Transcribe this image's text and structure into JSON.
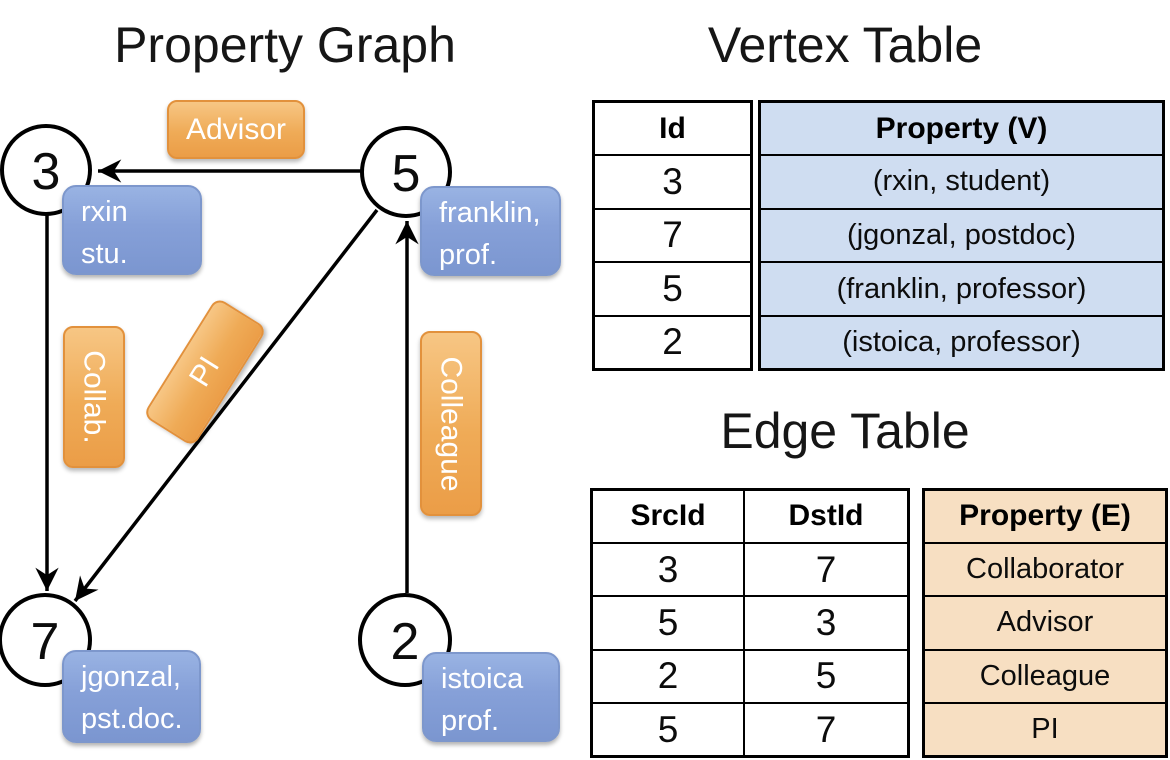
{
  "graph": {
    "title": "Property Graph",
    "nodes": [
      {
        "id": "3",
        "line1": "rxin",
        "line2": "stu."
      },
      {
        "id": "5",
        "line1": "franklin,",
        "line2": "prof."
      },
      {
        "id": "7",
        "line1": "jgonzal,",
        "line2": "pst.doc."
      },
      {
        "id": "2",
        "line1": "istoica",
        "line2": "prof."
      }
    ],
    "edge_labels": {
      "advisor": "Advisor",
      "collab": "Collab.",
      "pi": "PI",
      "colleague": "Colleague"
    }
  },
  "vertex_table": {
    "title": "Vertex Table",
    "id_header": "Id",
    "property_header": "Property (V)",
    "rows": [
      {
        "id": "3",
        "property": "(rxin, student)"
      },
      {
        "id": "7",
        "property": "(jgonzal, postdoc)"
      },
      {
        "id": "5",
        "property": "(franklin, professor)"
      },
      {
        "id": "2",
        "property": "(istoica, professor)"
      }
    ]
  },
  "edge_table": {
    "title": "Edge Table",
    "src_header": "SrcId",
    "dst_header": "DstId",
    "property_header": "Property (E)",
    "rows": [
      {
        "src": "3",
        "dst": "7",
        "property": "Collaborator"
      },
      {
        "src": "5",
        "dst": "3",
        "property": "Advisor"
      },
      {
        "src": "2",
        "dst": "5",
        "property": "Colleague"
      },
      {
        "src": "5",
        "dst": "7",
        "property": "PI"
      }
    ]
  },
  "colors": {
    "edge_label_orange": "#efab57",
    "node_label_blue": "#86a0d8",
    "vertex_property_fill": "#cfddf1",
    "edge_property_fill": "#f7dfc2",
    "line_black": "#000000"
  }
}
